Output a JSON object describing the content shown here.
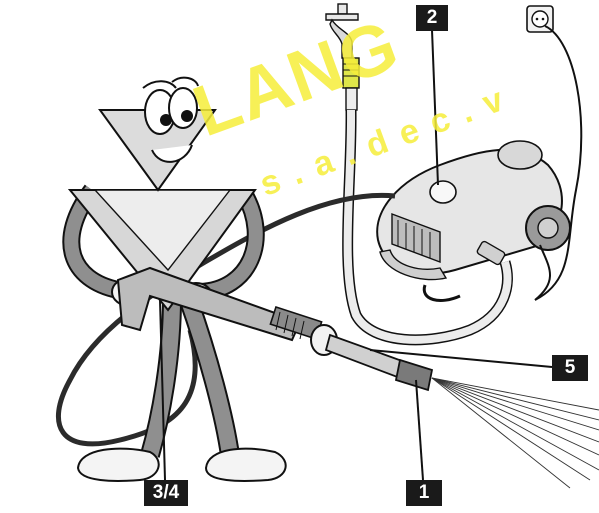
{
  "watermark": {
    "main": "LANG",
    "sub": "s.a.dec.v"
  },
  "labels": {
    "tag_2": "2",
    "tag_5": "5",
    "tag_3_4": "3/4",
    "tag_1": "1"
  },
  "colors": {
    "watermark": "#f6ee3a",
    "label_bg": "#1a1a1a",
    "label_text": "#ffffff",
    "line": "#111111"
  }
}
